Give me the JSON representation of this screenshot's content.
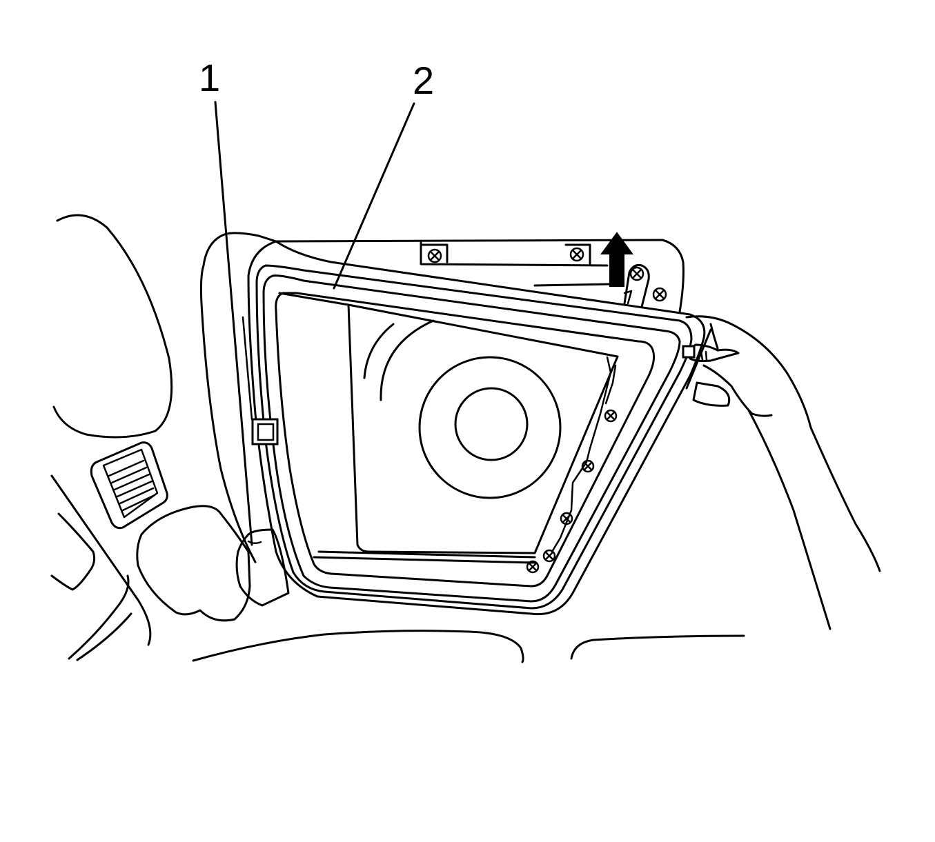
{
  "callouts": [
    {
      "id": "1",
      "label": "1"
    },
    {
      "id": "2",
      "label": "2"
    }
  ],
  "colors": {
    "stroke": "#000000",
    "background": "#ffffff"
  },
  "icons": [
    "screw-icon",
    "upward-arrow-icon",
    "air-vent-icon",
    "speaker-icon",
    "clip-icon"
  ]
}
